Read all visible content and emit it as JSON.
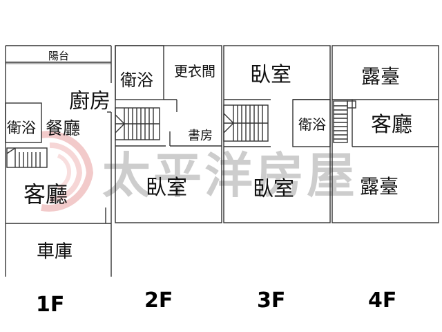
{
  "watermark": {
    "text": "太平洋房屋",
    "color": "#b9b9b9",
    "logo_color": "#e9a0a0"
  },
  "floors": [
    {
      "label": "1F",
      "rooms": {
        "balcony": "陽台",
        "kitchen": "廚房",
        "bath": "衛浴",
        "dining": "餐廳",
        "living": "客廳",
        "garage": "車庫"
      }
    },
    {
      "label": "2F",
      "rooms": {
        "bath": "衛浴",
        "closet": "更衣間",
        "study": "書房",
        "bedroom": "臥室"
      }
    },
    {
      "label": "3F",
      "rooms": {
        "bedroom_top": "臥室",
        "bath": "衛浴",
        "bedroom_bottom": "臥室"
      }
    },
    {
      "label": "4F",
      "rooms": {
        "terrace_top": "露臺",
        "living": "客廳",
        "terrace_bottom": "露臺"
      }
    }
  ]
}
